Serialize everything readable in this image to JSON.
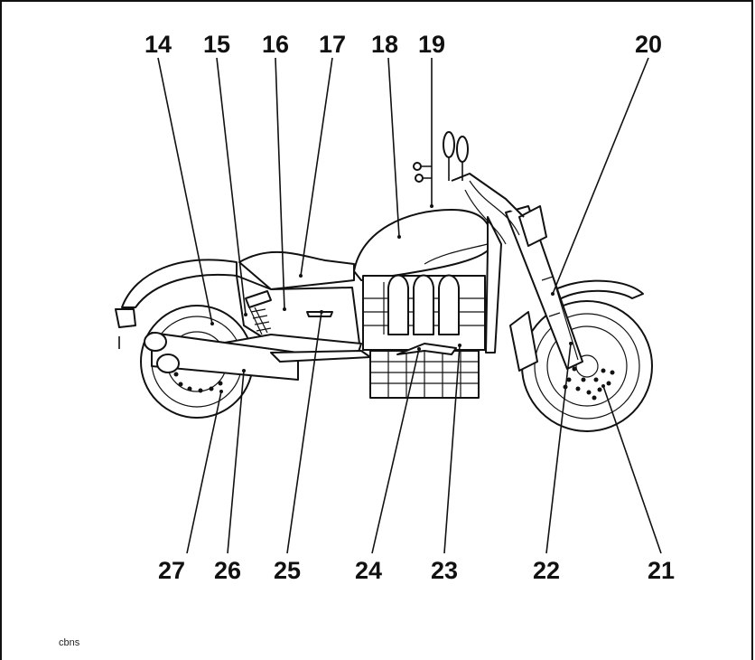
{
  "diagram": {
    "caption": "cbns",
    "callouts_top": [
      "14",
      "15",
      "16",
      "17",
      "18",
      "19",
      "20"
    ],
    "callouts_bottom": [
      "27",
      "26",
      "25",
      "24",
      "23",
      "22",
      "21"
    ]
  }
}
